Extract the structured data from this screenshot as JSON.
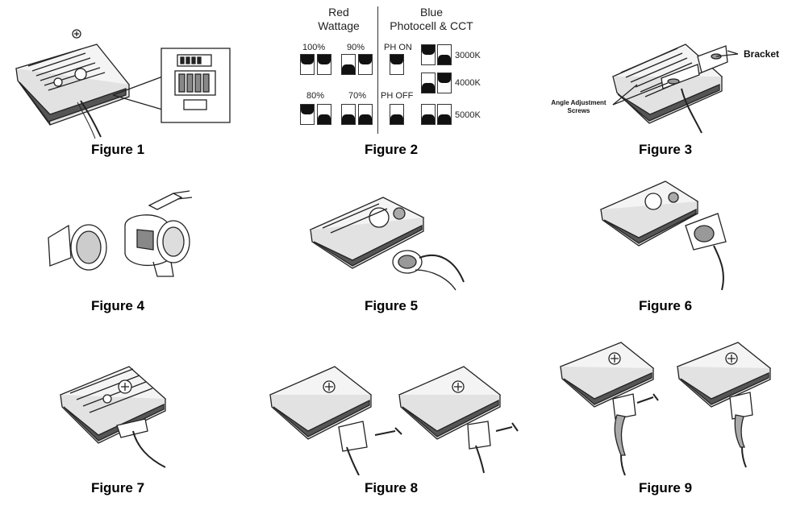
{
  "figures": [
    {
      "label": "Figure 1"
    },
    {
      "label": "Figure 2"
    },
    {
      "label": "Figure 3"
    },
    {
      "label": "Figure 4"
    },
    {
      "label": "Figure 5"
    },
    {
      "label": "Figure 6"
    },
    {
      "label": "Figure 7"
    },
    {
      "label": "Figure 8"
    },
    {
      "label": "Figure 9"
    }
  ],
  "switch_panel": {
    "red_heading_line1": "Red",
    "red_heading_line2": "Wattage",
    "blue_heading_line1": "Blue",
    "blue_heading_line2": "Photocell & CCT",
    "wattage": [
      {
        "label": "100%",
        "states": [
          "up",
          "up"
        ]
      },
      {
        "label": "90%",
        "states": [
          "down",
          "up"
        ]
      },
      {
        "label": "80%",
        "states": [
          "up",
          "down"
        ]
      },
      {
        "label": "70%",
        "states": [
          "down",
          "down"
        ]
      }
    ],
    "photocell": [
      {
        "label": "PH ON",
        "states": [
          "up"
        ]
      },
      {
        "label": "PH OFF",
        "states": [
          "down"
        ]
      }
    ],
    "cct": [
      {
        "label": "3000K",
        "states": [
          "up",
          "down"
        ]
      },
      {
        "label": "4000K",
        "states": [
          "down",
          "up"
        ]
      },
      {
        "label": "5000K",
        "states": [
          "down",
          "down"
        ]
      }
    ]
  },
  "figure3_callouts": {
    "bracket": "Bracket",
    "screws_line1": "Angle Adjustment",
    "screws_line2": "Screws"
  }
}
